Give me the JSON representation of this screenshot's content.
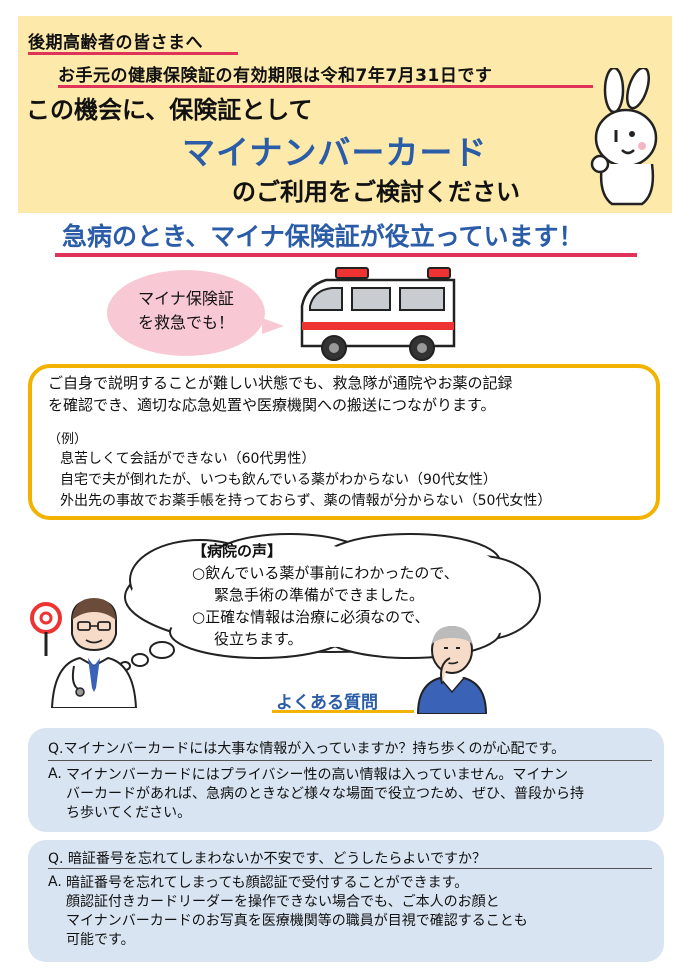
{
  "header": {
    "line1": "後期高齢者の皆さまへ",
    "line2": "お手元の健康保険証の有効期限は令和7年7月31日です",
    "line3": "この機会に、保険証として",
    "line4": "マイナンバーカード",
    "line5": "のご利用をご検討ください"
  },
  "section": {
    "title": "急病のとき、マイナ保険証が役立っています！"
  },
  "bubble": {
    "line1": "マイナ保険証",
    "line2": "を救急でも！"
  },
  "info": {
    "intro1": "ご自身で説明することが難しい状態でも、救急隊が通院やお薬の記録",
    "intro2": "を確認でき、適切な応急処置や医療機関への搬送につながります。",
    "example_label": "（例）",
    "examples": [
      "息苦しくて会話ができない（60代男性）",
      "自宅で夫が倒れたが、いつも飲んでいる薬がわからない（90代女性）",
      "外出先の事故でお薬手帳を持っておらず、薬の情報が分からない（50代女性）"
    ]
  },
  "hospital": {
    "title": "【病院の声】",
    "line1": "○飲んでいる薬が事前にわかったので、",
    "line2": "緊急手術の準備ができました。",
    "line3": "○正確な情報は治療に必須なので、",
    "line4": "役立ちます。"
  },
  "faq": {
    "title": "よくある質問",
    "items": [
      {
        "q": "Q.マイナンバーカードには大事な情報が入っていますか？持ち歩くのが心配です。",
        "a_mark": "A.",
        "a_lines": [
          "マイナンバーカードにはプライバシー性の高い情報は入っていません。マイナン",
          "バーカードがあれば、急病のときなど様々な場面で役立つため、ぜひ、普段から持",
          "ち歩いてください。"
        ]
      },
      {
        "q": "Q. 暗証番号を忘れてしまわないか不安です、どうしたらよいですか？",
        "a_mark": "A.",
        "a_lines": [
          "暗証番号を忘れてしまっても顔認証で受付することができます。",
          "顔認証付きカードリーダーを操作できない場合でも、ご本人のお顔と",
          "マイナンバーカードのお写真を医療機関等の職員が目視で確認することも",
          "可能です。"
        ]
      }
    ]
  },
  "icons": {
    "mascot": "rabbit-mascot-icon",
    "ambulance": "ambulance-icon",
    "doctor": "doctor-icon",
    "patient": "elderly-man-icon"
  },
  "colors": {
    "header_bg": "#fde9a9",
    "accent_blue": "#2a5ca8",
    "accent_pink": "#e0335a",
    "box_yellow": "#f2b300",
    "faq_bg": "#d8e4f1"
  }
}
